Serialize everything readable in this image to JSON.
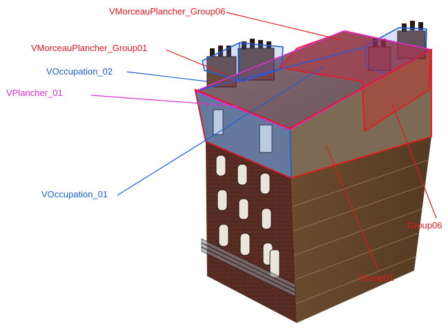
{
  "colors": {
    "red": "#e8171b",
    "blue": "#1a5fd6",
    "magenta": "#e02bd0"
  },
  "labels": {
    "morceau_group06": "VMorceauPlancher_Group06",
    "morceau_group01": "VMorceauPlancher_Group01",
    "occupation_02": "VOccupation_02",
    "plancher_01": "VPlancher_01",
    "occupation_01": "VOccupation_01",
    "group06": "Group06",
    "group01": "Group01"
  }
}
